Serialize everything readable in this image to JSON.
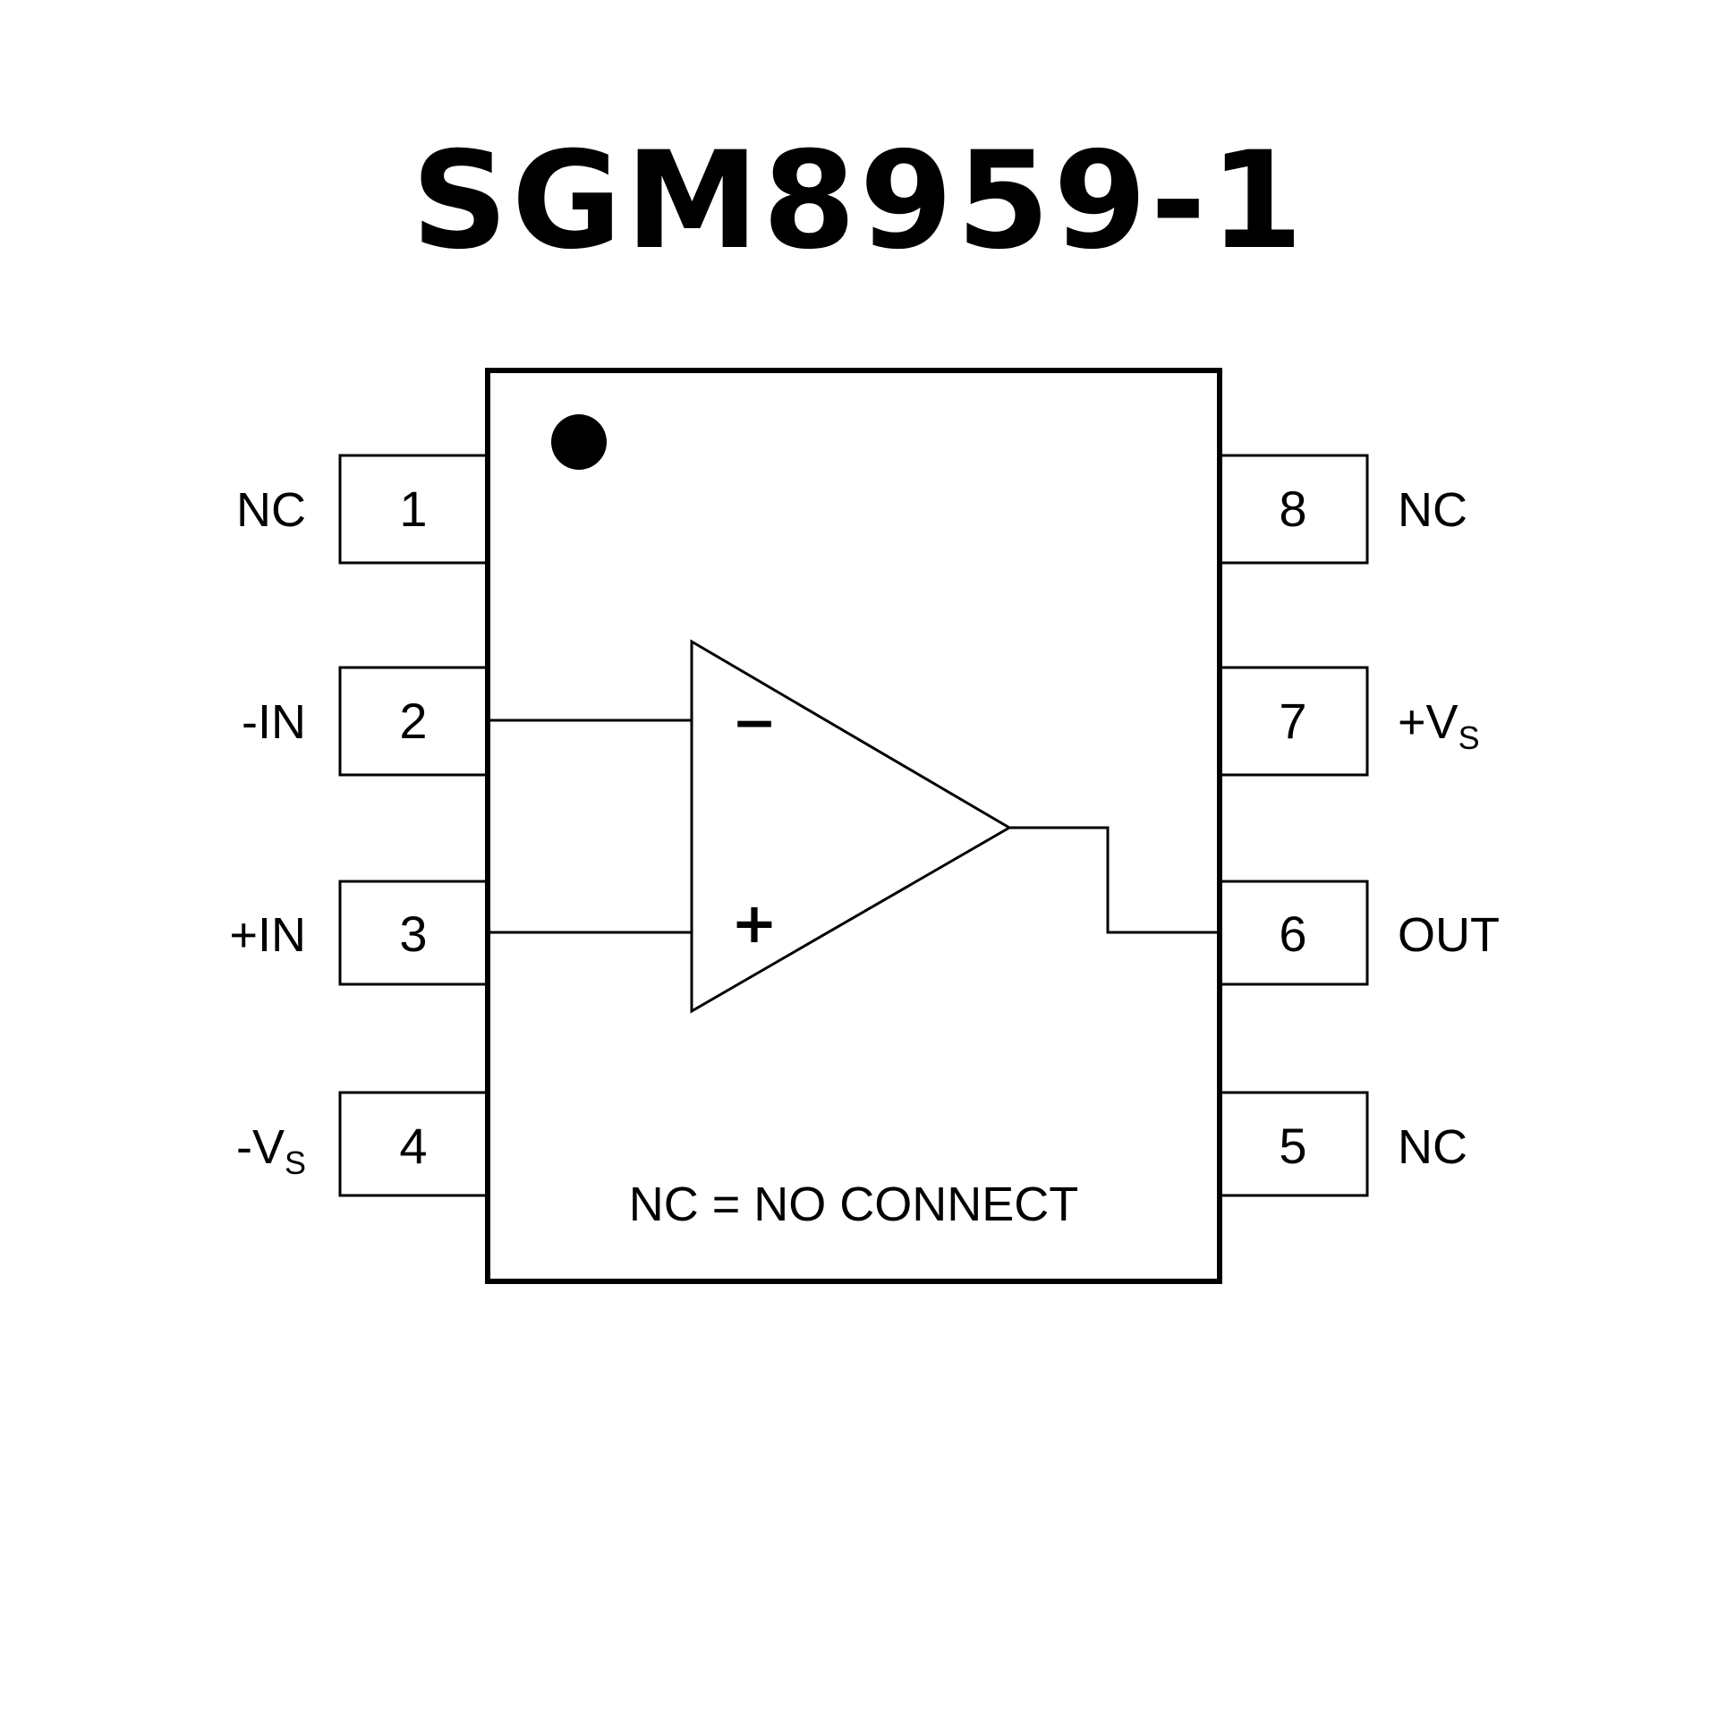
{
  "title": "SGM8959-1",
  "package": {
    "orientation_mark": "pin-1-dot",
    "note": "NC = NO CONNECT"
  },
  "amplifier": {
    "inverting_symbol": "−",
    "noninverting_symbol": "+"
  },
  "pins": {
    "left": [
      {
        "number": "1",
        "name": "NC",
        "sub": ""
      },
      {
        "number": "2",
        "name": "-IN",
        "sub": ""
      },
      {
        "number": "3",
        "name": "+IN",
        "sub": ""
      },
      {
        "number": "4",
        "name": "-V",
        "sub": "S"
      }
    ],
    "right": [
      {
        "number": "8",
        "name": "NC",
        "sub": ""
      },
      {
        "number": "7",
        "name": "+V",
        "sub": "S"
      },
      {
        "number": "6",
        "name": "OUT",
        "sub": ""
      },
      {
        "number": "5",
        "name": "NC",
        "sub": ""
      }
    ]
  }
}
